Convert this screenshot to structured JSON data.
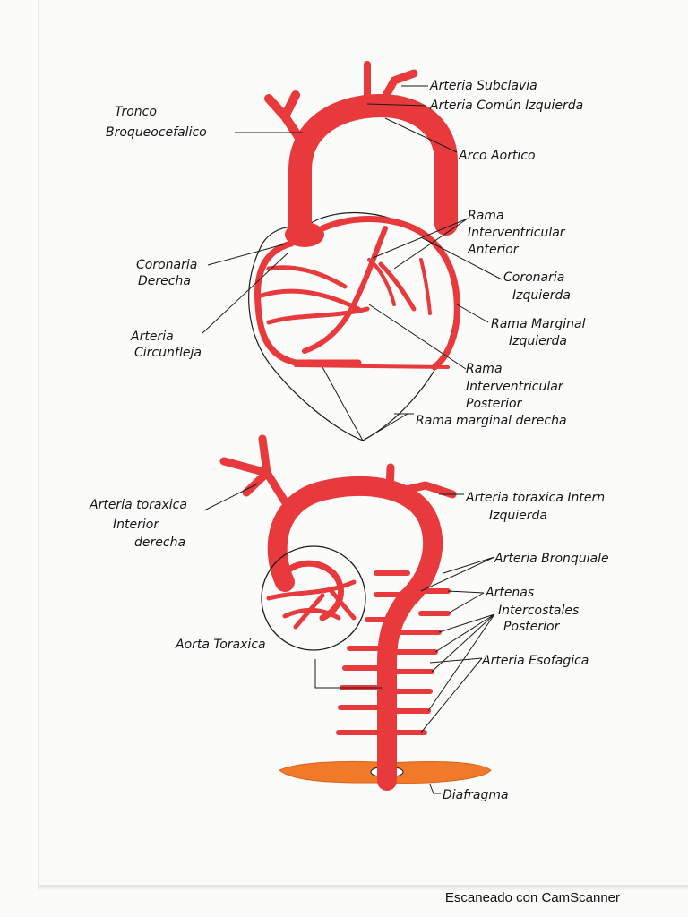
{
  "heart_labels": {
    "tronco_1": "Tronco",
    "tronco_2": "Broqueocefalico",
    "subclavia": "Arteria Subclavia",
    "comun": "Arteria Común Izquierda",
    "arco": "Arco Aortico",
    "rama_iv_ant_1": "Rama",
    "rama_iv_ant_2": "Interventricular",
    "rama_iv_ant_3": "Anterior",
    "coronaria_der_1": "Coronaria",
    "coronaria_der_2": "Derecha",
    "coronaria_izq_1": "Coronaria",
    "coronaria_izq_2": "Izquierda",
    "circunfleja_1": "Arteria",
    "circunfleja_2": "Circunfleja",
    "marginal_izq_1": "Rama Marginal",
    "marginal_izq_2": "Izquierda",
    "rama_iv_post_1": "Rama",
    "rama_iv_post_2": "Interventricular",
    "rama_iv_post_3": "Posterior",
    "marginal_der": "Rama marginal derecha"
  },
  "aorta_labels": {
    "toracica_der_1": "Arteria toraxica",
    "toracica_der_2": "Interior",
    "toracica_der_3": "derecha",
    "toracica_izq_1": "Arteria toraxica Intern",
    "toracica_izq_2": "Izquierda",
    "bronquial": "Arteria Bronquiale",
    "intercostales_1": "Artenas",
    "intercostales_2": "Intercostales",
    "intercostales_3": "Posterior",
    "aorta_toracica": "Aorta Toraxica",
    "esofagica": "Arteria Esofagica",
    "diafragma": "Diafragma"
  },
  "colors": {
    "artery": "#e8393c",
    "diaphragm": "#f07a2a",
    "ink": "#1b1b1b"
  },
  "footer": "Escaneado con CamScanner"
}
